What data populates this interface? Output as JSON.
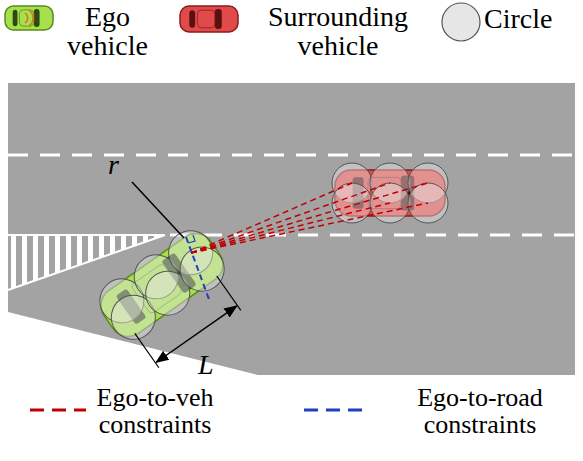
{
  "diagram": {
    "labels": [
      "r",
      "L"
    ],
    "legend": [
      {
        "text": "Ego vehicle"
      },
      {
        "text": "Surrounding vehicle"
      },
      {
        "text": "Circle"
      },
      {
        "text": "Ego-to-veh constraints"
      },
      {
        "text": "Ego-to-road constraints"
      }
    ]
  }
}
